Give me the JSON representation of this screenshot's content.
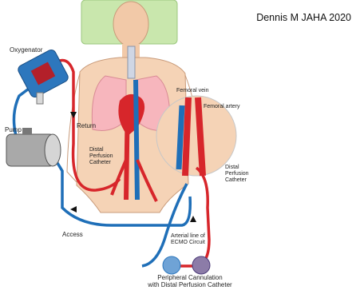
{
  "credit": "Dennis M JAHA 2020",
  "labels": {
    "oxygenator": "Oxygenator",
    "pump": "Pump",
    "return": "Return",
    "access": "Access",
    "femoral_vein": "Femoral vein",
    "femoral_artery": "Femoral artery",
    "distal_catheter_left": [
      "Distal",
      "Perfusion",
      "Catheter"
    ],
    "distal_catheter_right": [
      "Distal",
      "Perfusion",
      "Catheter"
    ],
    "arterial_line": [
      "Arterial line of",
      "ECMO Circuit"
    ],
    "caption": [
      "Peripheral Cannulation",
      "with Distal Perfusion Catheter"
    ]
  },
  "colors": {
    "arterial": "#d7262b",
    "venous": "#1f6fb8",
    "skin": "#f2c9a8",
    "pillow": "#c9e7ad",
    "oxygenator_body": "#2d77bd",
    "pump_body": "#8a8a8a"
  }
}
